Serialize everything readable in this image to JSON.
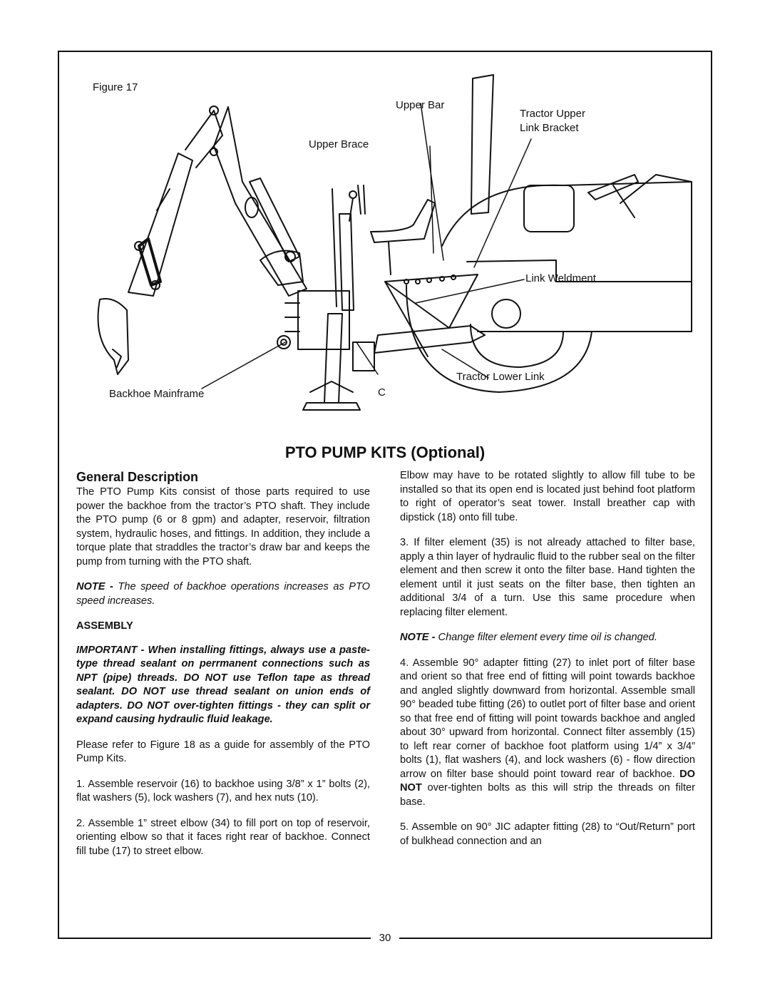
{
  "figure": {
    "caption": "Figure 17",
    "labels": {
      "upper_bar": "Upper Bar",
      "tractor_upper": "Tractor Upper",
      "link_bracket": "Link Bracket",
      "upper_brace": "Upper Brace",
      "link_weldment": "Link Weldment",
      "tractor_lower_link": "Tractor Lower Link",
      "backhoe_mainframe": "Backhoe Mainframe",
      "c": "C"
    }
  },
  "section_title": "PTO PUMP KITS (Optional)",
  "left": {
    "heading": "General Description",
    "intro": "The PTO Pump Kits consist of those parts required to use power the backhoe from the tractor’s PTO shaft. They include the PTO pump (6 or 8 gpm) and adapter, reservoir, filtration system, hydraulic hoses, and fittings. In addition, they include a torque plate that straddles the tractor’s draw bar and keeps the pump from turning with the PTO shaft.",
    "note_label": "NOTE -",
    "note_text": " The speed of backhoe operations increases as PTO speed increases.",
    "assembly": "ASSEMBLY",
    "important": "IMPORTANT - When installing fittings, always use a paste-type thread sealant on perrmanent connections such as NPT (pipe) threads. DO NOT use Teflon tape as thread sealant. DO NOT use thread sealant on union ends of adapters. DO NOT over-tighten fittings - they can split or expand causing hydraulic fluid leakage.",
    "refer": "Please refer to Figure 18 as a guide for assembly of the PTO Pump Kits.",
    "step1": "1. Assemble reservoir (16) to backhoe using 3/8” x 1” bolts (2), flat washers (5), lock washers (7), and hex nuts (10).",
    "step2": "2. Assemble 1” street elbow (34) to fill port on top of reservoir, orienting elbow so that it faces right rear of backhoe. Connect fill tube (17) to street elbow."
  },
  "right": {
    "cont": "Elbow may have to be rotated slightly to allow fill tube to be installed so that its open end is located just behind foot platform to right of operator’s seat tower. Install breather cap with dipstick (18) onto fill tube.",
    "step3": "3. If filter element (35) is not already attached to filter base, apply a thin layer of hydraulic fluid to the rubber seal on the filter element and then screw it onto the filter base. Hand tighten the element until it just seats on the filter base, then tighten an additional 3/4 of a turn. Use this same procedure when replacing filter element.",
    "note_label": "NOTE -",
    "note_text": " Change filter element every time oil is changed.",
    "step4a": "4. Assemble 90° adapter fitting (27) to inlet port of filter base and orient so that free end of fitting will point towards backhoe and angled slightly downward from horizontal. Assemble small 90° beaded tube fitting (26) to outlet port of filter base and orient so that free end of fitting will point towards backhoe and angled about 30° upward from horizontal. Connect filter assembly (15) to left rear corner of backhoe foot platform using 1/4” x 3/4” bolts (1), flat washers (4), and lock washers (6) - flow direction arrow on filter base should point toward rear of backhoe. ",
    "step4_bold": "DO NOT",
    "step4b": " over-tighten bolts as this will strip the threads on filter base.",
    "step5": "5. Assemble on 90° JIC adapter fitting (28) to “Out/Return” port of bulkhead connection and an"
  },
  "page_number": "30"
}
